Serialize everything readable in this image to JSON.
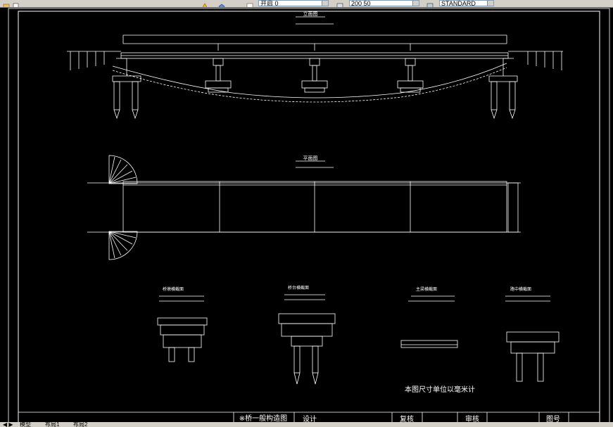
{
  "toolbar": {
    "layer_combo": "开启 0",
    "scale_combo": "200 50",
    "style_combo": "STANDARD"
  },
  "drawing": {
    "elevation_title": "立面图",
    "plan_title": "平面图",
    "section_titles": [
      "桥墩横截面",
      "桥台横截面",
      "主梁横截面",
      "路中横截面"
    ],
    "units_note": "本图尺寸单位以毫米计",
    "title_block": {
      "drawing_name": "※桥一般构造图",
      "design": "设计",
      "check": "复核",
      "review": "审核",
      "drawing_no": "图号"
    }
  },
  "statusbar": {
    "model_tab": "模型",
    "layout1": "布局1",
    "layout2": "布局2"
  },
  "colors": {
    "background": "#000000",
    "line": "#ffffff",
    "panel": "#d4d0c8"
  }
}
